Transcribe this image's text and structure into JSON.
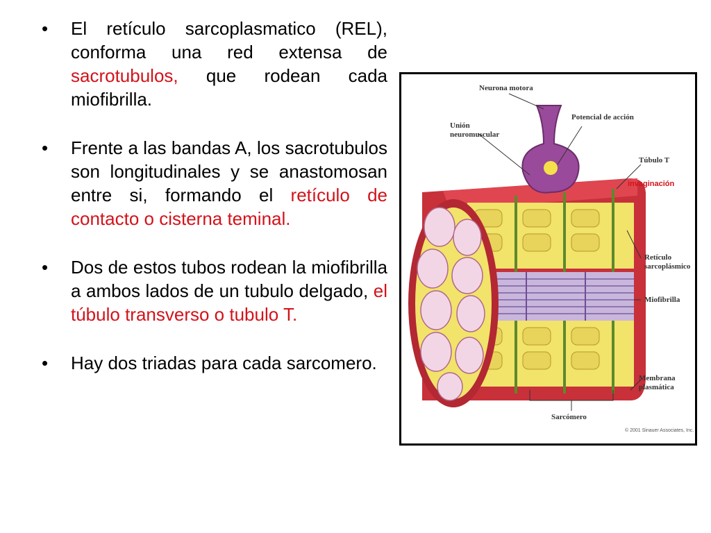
{
  "bullets": [
    {
      "segments": [
        {
          "text": "El retículo sarcoplasmatico (REL), conforma una red extensa de ",
          "color": "black"
        },
        {
          "text": "sacrotubulos,",
          "color": "red"
        },
        {
          "text": "  que rodean cada miofibrilla.",
          "color": "black"
        }
      ]
    },
    {
      "segments": [
        {
          "text": "Frente a las bandas A,  los sacrotubulos son longitudinales y se anastomosan entre si,  formando el ",
          "color": "black"
        },
        {
          "text": "retículo de contacto o cisterna teminal.",
          "color": "red"
        }
      ]
    },
    {
      "segments": [
        {
          "text": "Dos de estos tubos rodean la miofibrilla a ambos lados de un tubulo delgado, ",
          "color": "black"
        },
        {
          "text": "el túbulo transverso o tubulo T.",
          "color": "red"
        }
      ]
    },
    {
      "segments": [
        {
          "text": "Hay dos triadas para cada sarcomero.",
          "color": "black"
        }
      ]
    }
  ],
  "figure": {
    "labels": {
      "neurona_motora": "Neurona motora",
      "union_neuromuscular_1": "Unión",
      "union_neuromuscular_2": "neuromuscular",
      "potencial_de_accion": "Potencial de acción",
      "tubulo_t": "Túbulo T",
      "invaginacion": "invaginación",
      "reticulo_1": "Retículo",
      "reticulo_2": "sarcoplásmico",
      "miofibrilla": "Miofibrilla",
      "membrana_1": "Membrana",
      "membrana_2": "plasmática",
      "sarcomero": "Sarcómero",
      "copyright": "© 2001 Sinauer Associates, Inc."
    }
  },
  "colors": {
    "red_text": "#d3121a",
    "muscle_red": "#c8303a",
    "reticulum_yellow": "#f2e36a",
    "neuron_purple": "#9a4a9a",
    "myofibril_lavender": "#c9b6dc"
  }
}
